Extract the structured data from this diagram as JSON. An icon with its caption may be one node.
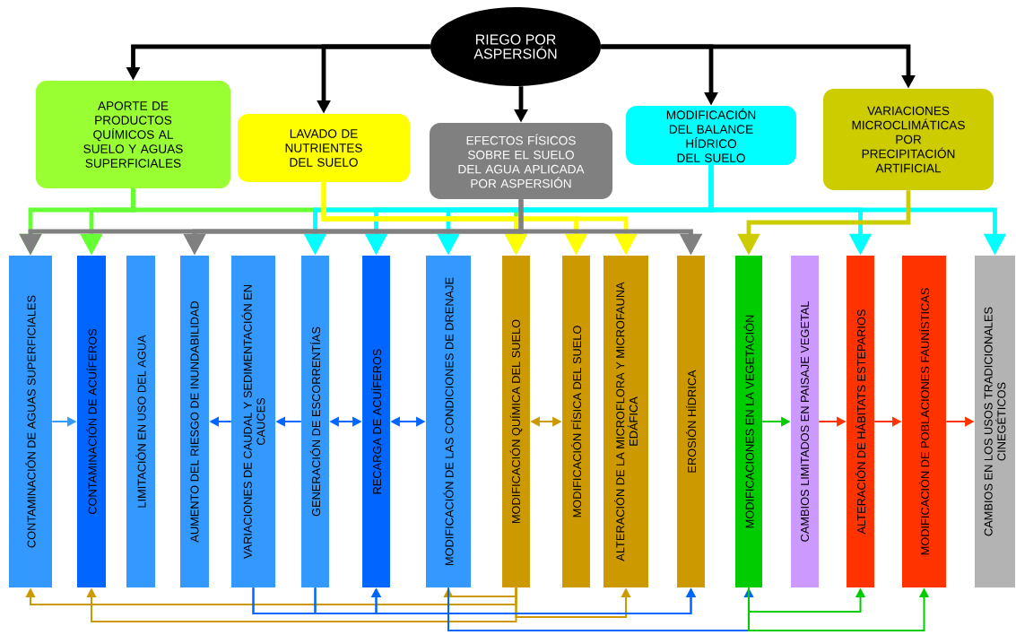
{
  "diagram": {
    "nodes": [
      {
        "text": [
          "RIEGO POR ASPERSIÓN"
        ]
      },
      {
        "text": [
          "APORTE DE PRODUCTOS QUÍMICOS AL SUELO Y AGUAS SUPERFICIALES"
        ]
      },
      {
        "text": [
          "LAVADO DE NUTRIENTES DEL SUELO"
        ]
      },
      {
        "text": [
          "EFECTOS FÍSICOS SOBRE EL SUELO DEL AGUA APLICADA POR ASPERSIÓN"
        ]
      },
      {
        "text": [
          "MODIFICACIÓN DEL BALANCE HÍDRICO DEL SUELO"
        ]
      },
      {
        "text": [
          "VARIACIONES MICROCLIMÁTICAS POR PRECIPITACIÓN ARTIFICIAL"
        ]
      },
      {
        "text": [
          "CONTAMINACIÓN DE AGUAS SUPERFICIALES"
        ]
      },
      {
        "text": [
          "CONTAMINACIÓN DE ACUÍFEROS"
        ]
      },
      {
        "text": [
          "LIMITACIÓN EN USO DEL AGUA"
        ]
      },
      {
        "text": [
          "AUMENTO DEL RIESGO DE INUNDABILIDAD"
        ]
      },
      {
        "text": [
          "VARIACIONES DE CAUDAL Y SEDIMENTACIÓN EN CAUCES"
        ]
      },
      {
        "text": [
          "GENERACIÓN DE ESCORRENTÍAS"
        ]
      },
      {
        "text": [
          "RECARGA DE ACUÍFEROS"
        ]
      },
      {
        "text": [
          "MODIFICACIÓN DE LAS CONDICIONES DE DRENAJE"
        ]
      },
      {
        "text": [
          "MODIFICACIÓN QUÍMICA DEL SUELO"
        ]
      },
      {
        "text": [
          "MODIFICACIÓN FÍSICA DEL SUELO"
        ]
      },
      {
        "text": [
          "ALTERACIÓN DE LA MICROFLORA Y MICROFAUNA EDÁFICA"
        ]
      },
      {
        "text": [
          "EROSIÓN HÍDRICA"
        ]
      },
      {
        "text": [
          "MODIFICACIONES EN LA VEGETACIÓN"
        ]
      },
      {
        "text": [
          "CAMBIOS LIMITADOS EN PAISAJE VEGETAL"
        ]
      },
      {
        "text": [
          "ALTERACIÓN DE HÁBITATS ESTEPARIOS"
        ]
      },
      {
        "text": [
          "MODIFICACIÓN DE POBLACIONES FAUNÍSTICAS"
        ]
      },
      {
        "text": [
          "CAMBIOS EN LOS USOS TRADICIONALES CINEGÉTICOS"
        ]
      }
    ],
    "edges": [
      {
        "from": 0,
        "to": 1,
        "arrow": "to",
        "style": "thick",
        "color": "#000000"
      },
      {
        "from": 0,
        "to": 2,
        "arrow": "to",
        "style": "thick",
        "color": "#000000"
      },
      {
        "from": 0,
        "to": 3,
        "arrow": "to",
        "style": "thick",
        "color": "#000000"
      },
      {
        "from": 0,
        "to": 4,
        "arrow": "to",
        "style": "thick",
        "color": "#000000"
      },
      {
        "from": 0,
        "to": 5,
        "arrow": "to",
        "style": "thick",
        "color": "#000000"
      },
      {
        "from": 1,
        "to": 6,
        "arrow": "to",
        "style": "thick",
        "color": "#66ff33"
      },
      {
        "from": 1,
        "to": 7,
        "arrow": "to",
        "style": "thick",
        "color": "#66ff33"
      },
      {
        "from": 1,
        "to": 14,
        "arrow": "to",
        "style": "thick",
        "color": "#66ff33"
      },
      {
        "from": 4,
        "to": 11,
        "arrow": "to",
        "style": "thick",
        "color": "#00ffff"
      },
      {
        "from": 4,
        "to": 12,
        "arrow": "to",
        "style": "thick",
        "color": "#00ffff"
      },
      {
        "from": 4,
        "to": 13,
        "arrow": "to",
        "style": "thick",
        "color": "#00ffff"
      },
      {
        "from": 4,
        "to": 20,
        "arrow": "to",
        "style": "thick",
        "color": "#00ffff"
      },
      {
        "from": 4,
        "to": 22,
        "arrow": "to",
        "style": "thick",
        "color": "#00ffff"
      },
      {
        "from": 2,
        "to": 14,
        "arrow": "to",
        "style": "thick",
        "color": "#ffff00"
      },
      {
        "from": 2,
        "to": 15,
        "arrow": "to",
        "style": "thick",
        "color": "#ffff00"
      },
      {
        "from": 2,
        "to": 16,
        "arrow": "to",
        "style": "thick",
        "color": "#ffff00"
      },
      {
        "from": 5,
        "to": 18,
        "arrow": "to",
        "style": "thick",
        "color": "#cccc00"
      },
      {
        "from": 3,
        "to": 6,
        "arrow": "to",
        "style": "thick",
        "color": "#808080"
      },
      {
        "from": 3,
        "to": 9,
        "arrow": "to",
        "style": "thick",
        "color": "#808080"
      },
      {
        "from": 3,
        "to": 17,
        "arrow": "to",
        "style": "thick",
        "color": "#808080"
      },
      {
        "from": 6,
        "to": 7,
        "arrow": "to",
        "color": "#3399ff"
      },
      {
        "from": 10,
        "to": 9,
        "arrow": "to",
        "color": "#0066ff"
      },
      {
        "from": 11,
        "to": 10,
        "arrow": "to",
        "color": "#0066ff"
      },
      {
        "from": 11,
        "to": 12,
        "arrow": "both",
        "color": "#0066ff"
      },
      {
        "from": 12,
        "to": 13,
        "arrow": "both",
        "color": "#0066ff"
      },
      {
        "from": 14,
        "to": 15,
        "arrow": "both",
        "color": "#cc9900"
      },
      {
        "from": 18,
        "to": 19,
        "arrow": "to",
        "color": "#00cc00"
      },
      {
        "from": 19,
        "to": 20,
        "arrow": "to",
        "color": "#ff3300"
      },
      {
        "from": 20,
        "to": 21,
        "arrow": "to",
        "color": "#ff3300"
      },
      {
        "from": 21,
        "to": 22,
        "arrow": "to",
        "color": "#ff3300"
      },
      {
        "from": 14,
        "to": 6,
        "arrow": "to",
        "color": "#cc9900"
      },
      {
        "from": 14,
        "to": 7,
        "arrow": "to",
        "color": "#cc9900"
      },
      {
        "from": 14,
        "to": 13,
        "arrow": "to",
        "color": "#cc9900"
      },
      {
        "from": 14,
        "to": 16,
        "arrow": "to",
        "color": "#cc9900"
      },
      {
        "from": 10,
        "to": 12,
        "arrow": "to",
        "color": "#0066ff"
      },
      {
        "from": 11,
        "to": 12,
        "arrow": "to",
        "color": "#0066ff"
      },
      {
        "from": 10,
        "to": 17,
        "arrow": "to",
        "color": "#0066ff"
      },
      {
        "from": 11,
        "to": 17,
        "arrow": "to",
        "color": "#0066ff"
      },
      {
        "from": 13,
        "to": 18,
        "arrow": "to",
        "color": "#0066ff"
      },
      {
        "from": 18,
        "to": 20,
        "arrow": "to",
        "color": "#00cc00"
      },
      {
        "from": 18,
        "to": 21,
        "arrow": "to",
        "color": "#00cc00"
      }
    ]
  }
}
